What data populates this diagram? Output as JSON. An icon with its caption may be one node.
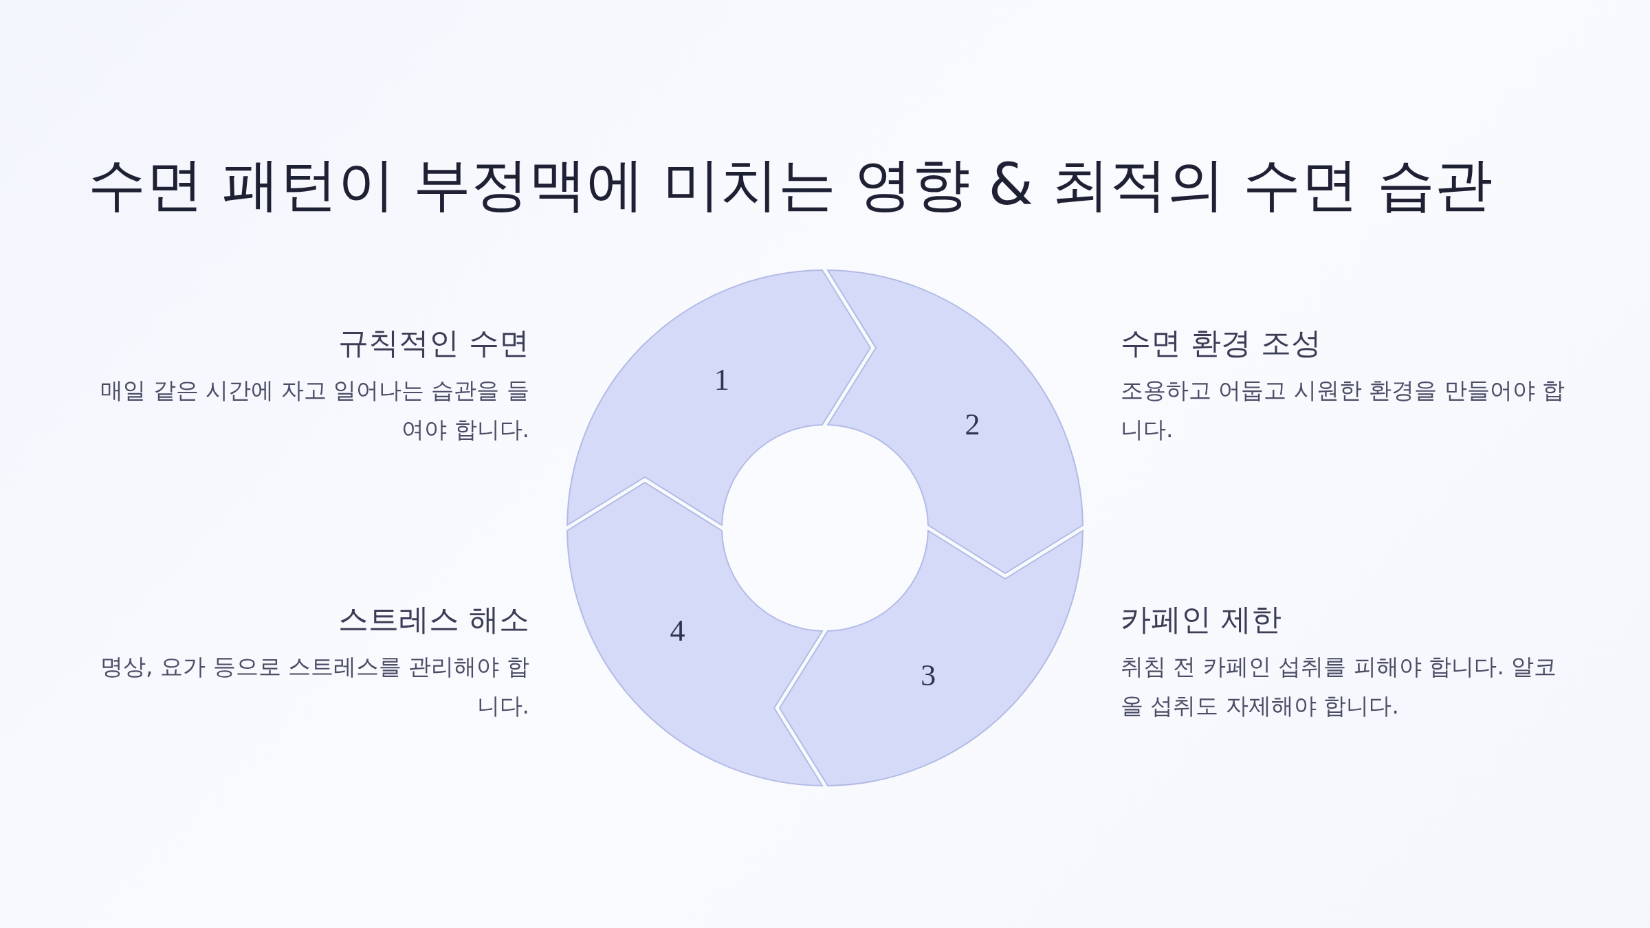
{
  "diagram": {
    "title": "수면 패턴이 부정맥에 미치는 영향 & 최적의 수면 습관",
    "nodes": [
      {
        "text": [
          "1"
        ]
      },
      {
        "text": [
          "2"
        ]
      },
      {
        "text": [
          "3"
        ]
      },
      {
        "text": [
          "4"
        ]
      }
    ],
    "labels": [
      "규칙적인 수면",
      "매일 같은 시간에 자고 일어나는 습관을 들여야 합니다.",
      "수면 환경 조성",
      "조용하고 어둡고 시원한 환경을 만들어야 합니다.",
      "스트레스 해소",
      "명상, 요가 등으로 스트레스를 관리해야 합니다.",
      "카페인 제한",
      "취침 전 카페인 섭취를 피해야 합니다. 알코올 섭취도 자제해야 합니다."
    ]
  }
}
